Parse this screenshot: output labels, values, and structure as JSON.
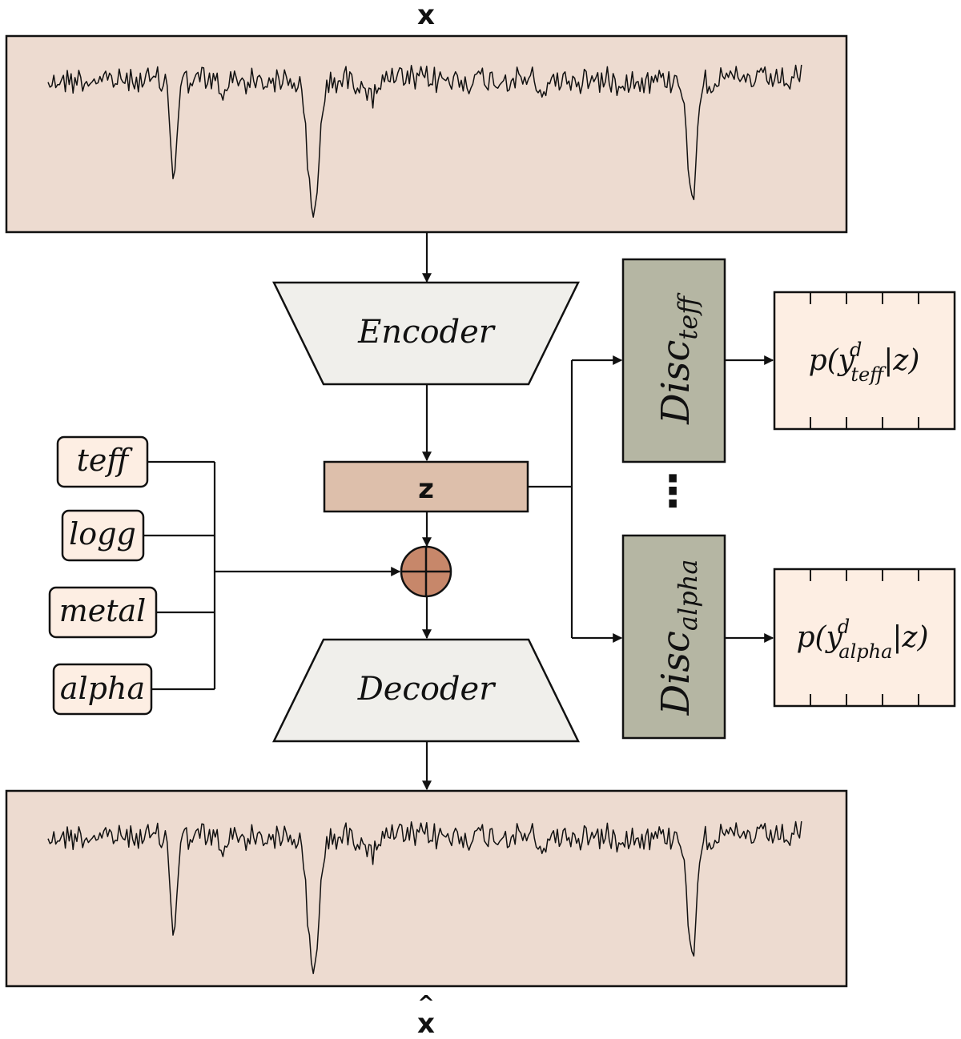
{
  "input": {
    "label": "x",
    "kind": "spectrum"
  },
  "output": {
    "label": "x",
    "accent": "^",
    "kind": "spectrum"
  },
  "encoder": {
    "label": "Encoder"
  },
  "decoder": {
    "label": "Decoder"
  },
  "latent": {
    "label": "z"
  },
  "combine": {
    "symbol": "⊕"
  },
  "conditions": [
    {
      "label": "teff"
    },
    {
      "label": "logg"
    },
    {
      "label": "metal"
    },
    {
      "label": "alpha"
    }
  ],
  "discriminators": [
    {
      "base": "Disc",
      "sub": "teff",
      "out_prefix": "p(y",
      "out_sup": "d",
      "out_sub": "teff",
      "out_suffix": "|z)"
    },
    {
      "base": "Disc",
      "sub": "alpha",
      "out_prefix": "p(y",
      "out_sup": "d",
      "out_sub": "alpha",
      "out_suffix": "|z)"
    }
  ],
  "ellipsis": "⋮",
  "colors": {
    "spectrum_bg": "#eddbd0",
    "encoder_bg": "#f0efeb",
    "latent_bg": "#ddbfab",
    "combine_bg": "#c7876a",
    "condition_bg": "#fdeee3",
    "disc_bg": "#b5b6a3",
    "output_bg": "#fdeee3"
  }
}
